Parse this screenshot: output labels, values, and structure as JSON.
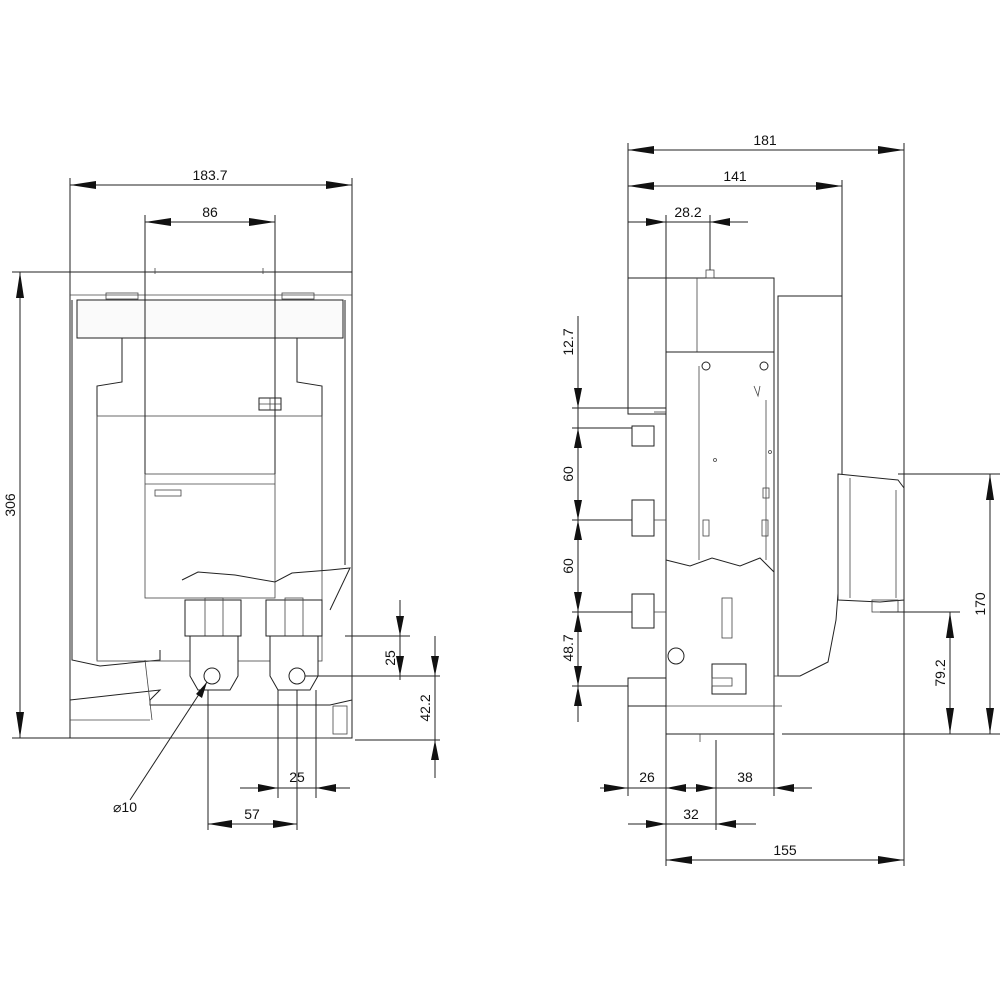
{
  "front_view": {
    "width_label": "183.7",
    "width_inner_label": "86",
    "height_label": "306",
    "terminal_offset_25_label": "25",
    "terminal_height_label": "42.2",
    "hole_diameter_label": "⌀10",
    "terminal_pitch_label": "57",
    "terminal_width_label": "25"
  },
  "side_view": {
    "overall_depth_label": "181",
    "depth_141_label": "141",
    "depth_28_label": "28.2",
    "top_offset_label": "12.7",
    "pitch_1_label": "60",
    "pitch_2_label": "60",
    "bottom_offset_label": "48.7",
    "height_170_label": "170",
    "height_79_label": "79.2",
    "left_26_label": "26",
    "mid_32_label": "32",
    "right_38_label": "38",
    "base_155_label": "155"
  }
}
